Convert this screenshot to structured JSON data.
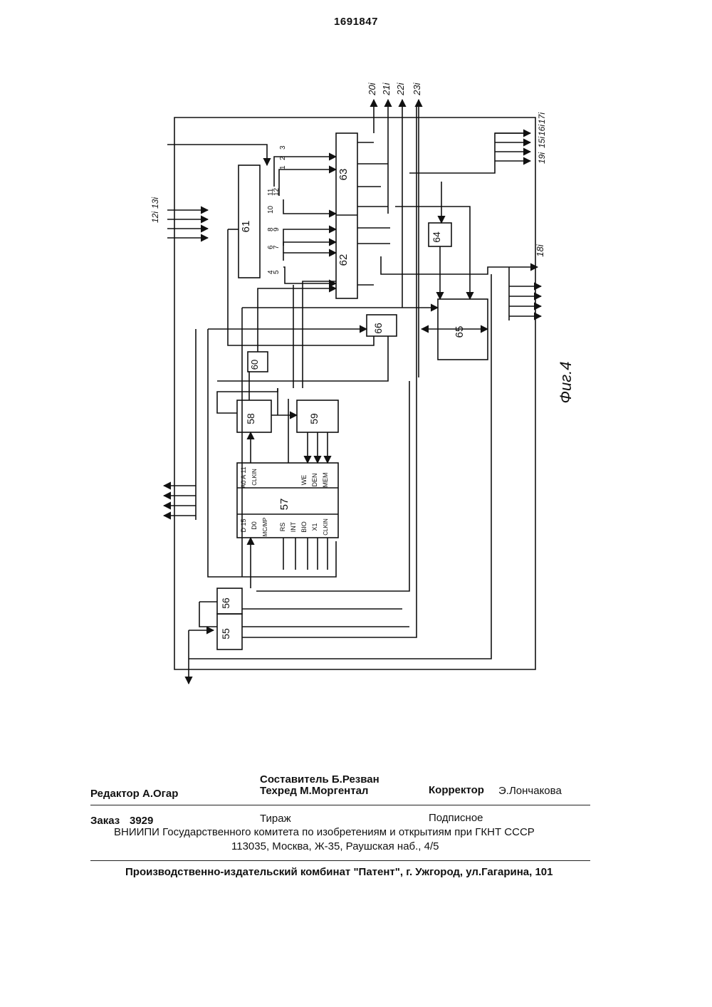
{
  "header": {
    "patent_number": "1691847"
  },
  "figure": {
    "caption": "Фиг.4",
    "blocks": {
      "b55": "55",
      "b56": "56",
      "b57": "57",
      "b58": "58",
      "b59": "59",
      "b60": "60",
      "b61": "61",
      "b62": "62",
      "b63": "63",
      "b64": "64",
      "b65": "65",
      "b66": "66"
    },
    "outputs": {
      "out_20": "20i",
      "out_21": "21i",
      "out_22": "22i",
      "out_23": "23i",
      "out_18": "18i",
      "out_19": "19i",
      "out_15": "15i",
      "out_16": "16i",
      "out_17": "17i",
      "in_12": "12i",
      "in_13": "13i"
    },
    "cpu_pins": {
      "a11": "A 11",
      "a0": "A0",
      "clkin": "CLKIN",
      "we": "WE",
      "den": "DEN",
      "mem": "MEM",
      "d15": "D 15",
      "d0": "D0",
      "mcmp": "MC/MP",
      "rs": "RS",
      "int": "INT",
      "bio": "BIO",
      "x1": "X1",
      "clkin2": "CLKIN"
    },
    "numbers": {
      "n1": "1",
      "n2": "2",
      "n3": "3",
      "n4": "4",
      "n5": "5",
      "n6": "6",
      "n7": "7",
      "n8": "8",
      "n9": "9",
      "n10": "10",
      "n11": "11",
      "n12": "12"
    }
  },
  "imprint": {
    "editor": "Редактор А.Огар",
    "compiler": "Составитель Б.Резван",
    "techred": "Техред М.Моргентал",
    "corrector": "Корректор",
    "corrector_name": "Э.Лончакова",
    "order": "Заказ",
    "order_number": "3929",
    "circulation": "Тираж",
    "subscription": "Подписное",
    "vniipi": "ВНИИПИ Государственного комитета по изобретениям и открытиям при ГКНТ СССР",
    "address": "113035, Москва, Ж-35, Раушская наб., 4/5",
    "plant": "Производственно-издательский комбинат \"Патент\", г. Ужгород, ул.Гагарина, 101"
  }
}
